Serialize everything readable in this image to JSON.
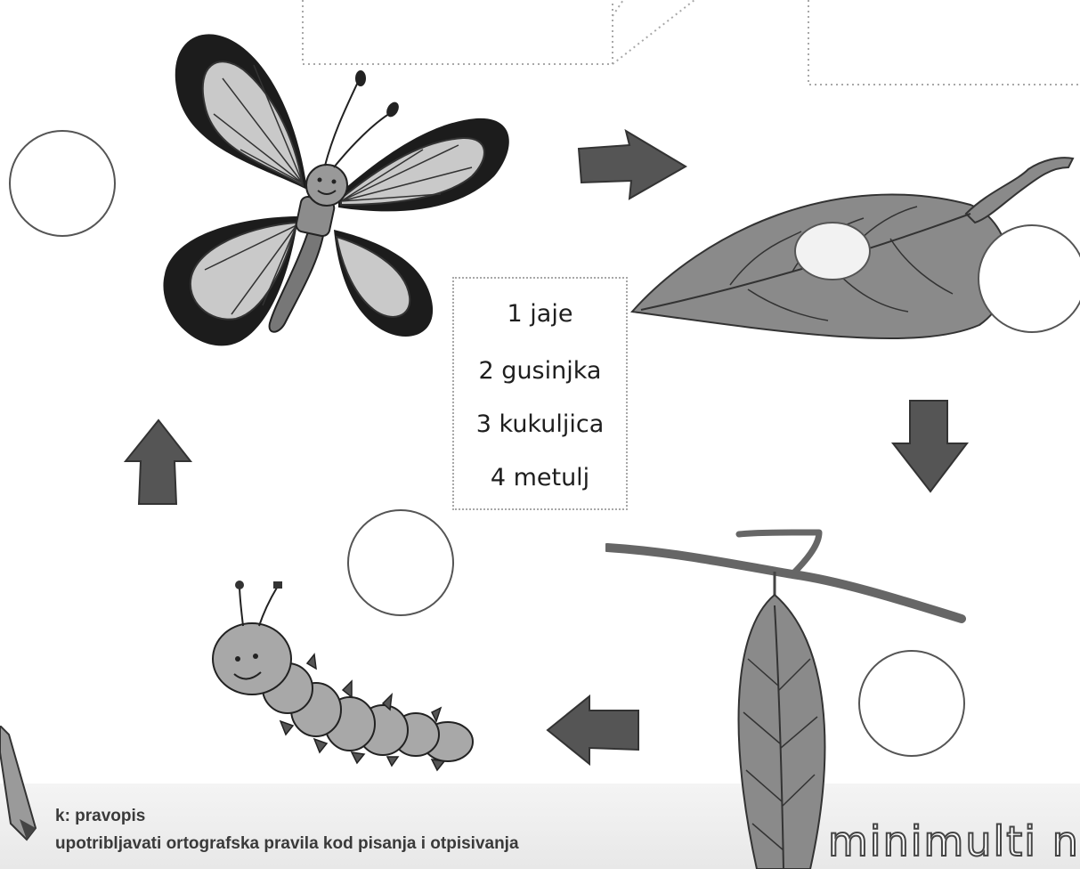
{
  "legend": {
    "items": [
      "1 jaje",
      "2 gusinjka",
      "3 kukuljica",
      "4 metulj"
    ]
  },
  "footer": {
    "line1": "k: pravopis",
    "line2": "upotribljavati ortografska pravila kod pisanja i otpisivanja",
    "brand": "minimulti n"
  },
  "colors": {
    "arrow": "#555555",
    "ink": "#1e1e1e",
    "wing_dark": "#1c1c1c",
    "wing_light": "#c9c9c9",
    "leaf": "#8a8a8a"
  },
  "icons": [
    "butterfly-icon",
    "egg-leaf-icon",
    "pupa-icon",
    "caterpillar-icon",
    "arrow-icon",
    "pencil-icon"
  ]
}
